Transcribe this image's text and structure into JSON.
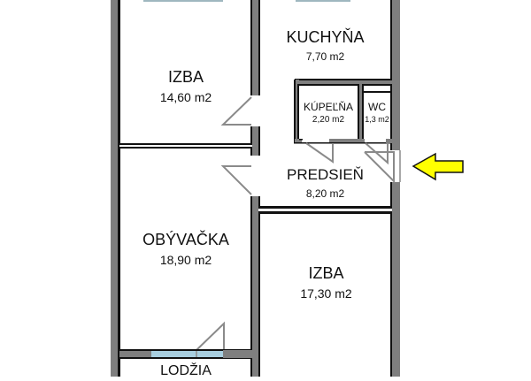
{
  "plan": {
    "colors": {
      "wall": "#7f7f7f",
      "wall_edge": "#111111",
      "window": "#a8cfe0",
      "door": "#8a8a8a",
      "arrow": "#ffff00"
    },
    "entrance_arrow": "arrow-left-icon",
    "rooms": [
      {
        "id": "izba-1",
        "name": "IZBA",
        "area": "14,60 m2"
      },
      {
        "id": "kuchyna",
        "name": "KUCHYŇA",
        "area": "7,70 m2"
      },
      {
        "id": "kupelna",
        "name": "KÚPEĽŇA",
        "area": "2,20 m2"
      },
      {
        "id": "wc",
        "name": "WC",
        "area": "1,3 m2"
      },
      {
        "id": "predsien",
        "name": "PREDSIEŇ",
        "area": "8,20 m2"
      },
      {
        "id": "obyvacka",
        "name": "OBÝVAČKA",
        "area": "18,90 m2"
      },
      {
        "id": "izba-2",
        "name": "IZBA",
        "area": "17,30 m2"
      },
      {
        "id": "lodzia",
        "name": "LODŽIA",
        "area": ""
      }
    ]
  }
}
